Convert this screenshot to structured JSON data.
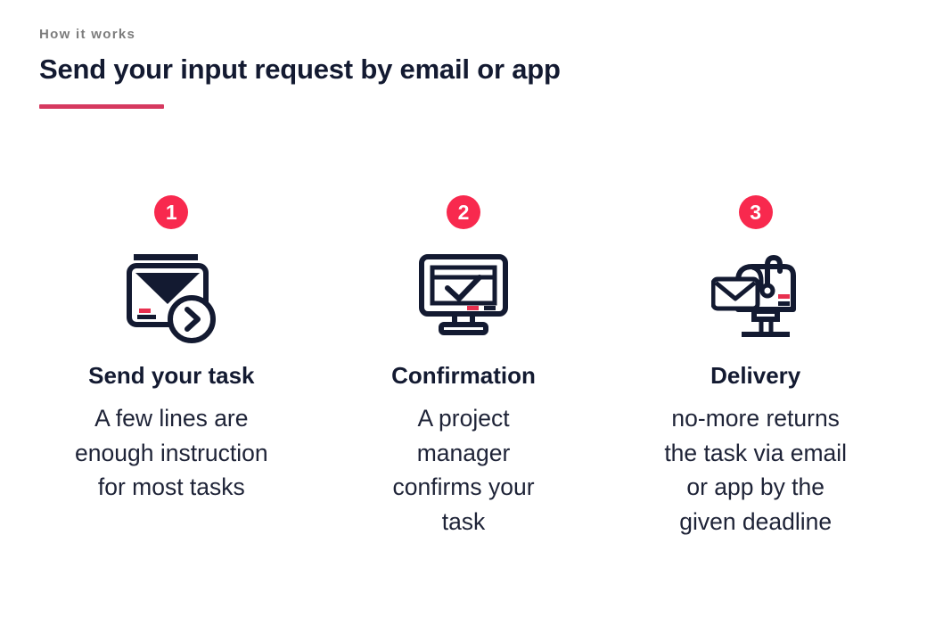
{
  "header": {
    "eyebrow": "How it works",
    "title": "Send your input request by email or app"
  },
  "colors": {
    "navy": "#131a31",
    "body_text": "#1e2337",
    "badge_red": "#f8294e",
    "accent_red": "#e8304f",
    "underline_red": "#d6395f",
    "eyebrow_gray": "#7c7c7c",
    "background": "#ffffff"
  },
  "steps": [
    {
      "number": "1",
      "icon": "email-send-icon",
      "title": "Send your task",
      "description": "A few lines are\nenough instruction\nfor most tasks"
    },
    {
      "number": "2",
      "icon": "monitor-check-icon",
      "title": "Confirmation",
      "description": "A project\nmanager\nconfirms your\ntask"
    },
    {
      "number": "3",
      "icon": "mailbox-delivery-icon",
      "title": "Delivery",
      "description": "no-more returns\nthe task via email\nor app by the\ngiven deadline"
    }
  ]
}
